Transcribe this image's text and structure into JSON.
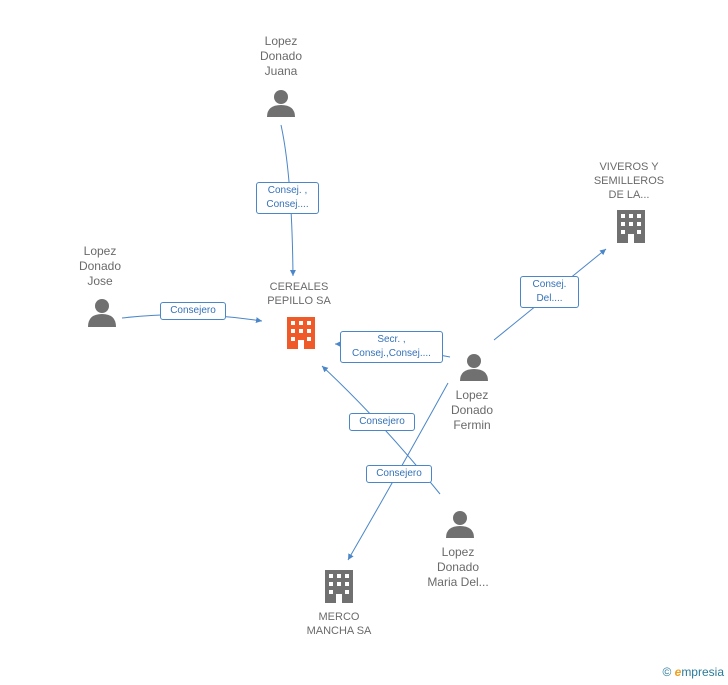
{
  "nodes": {
    "juana": {
      "label": "Lopez\nDonado\nJuana",
      "type": "person"
    },
    "jose": {
      "label": "Lopez\nDonado\nJose",
      "type": "person"
    },
    "cereales": {
      "label": "CEREALES\nPEPILLO SA",
      "type": "company-main"
    },
    "viveros": {
      "label": "VIVEROS Y\nSEMILLEROS\nDE LA...",
      "type": "company"
    },
    "fermin": {
      "label": "Lopez\nDonado\nFermin",
      "type": "person"
    },
    "maria": {
      "label": "Lopez\nDonado\nMaria Del...",
      "type": "person"
    },
    "merco": {
      "label": "MERCO\nMANCHA SA",
      "type": "company"
    }
  },
  "edges": {
    "juana_cereales": "Consej. ,\nConsej....",
    "jose_cereales": "Consejero",
    "fermin_viveros": "Consej.\nDel....",
    "fermin_cereales": "Secr. ,\nConsej.,Consej....",
    "maria_cereales": "Consejero",
    "fermin_merco": "Consejero"
  },
  "colors": {
    "edge": "#4a86c8",
    "person": "#707070",
    "company": "#707070",
    "main": "#f05a28"
  },
  "brand": {
    "copyright": "©",
    "name": "mpresia",
    "initial": "e"
  }
}
